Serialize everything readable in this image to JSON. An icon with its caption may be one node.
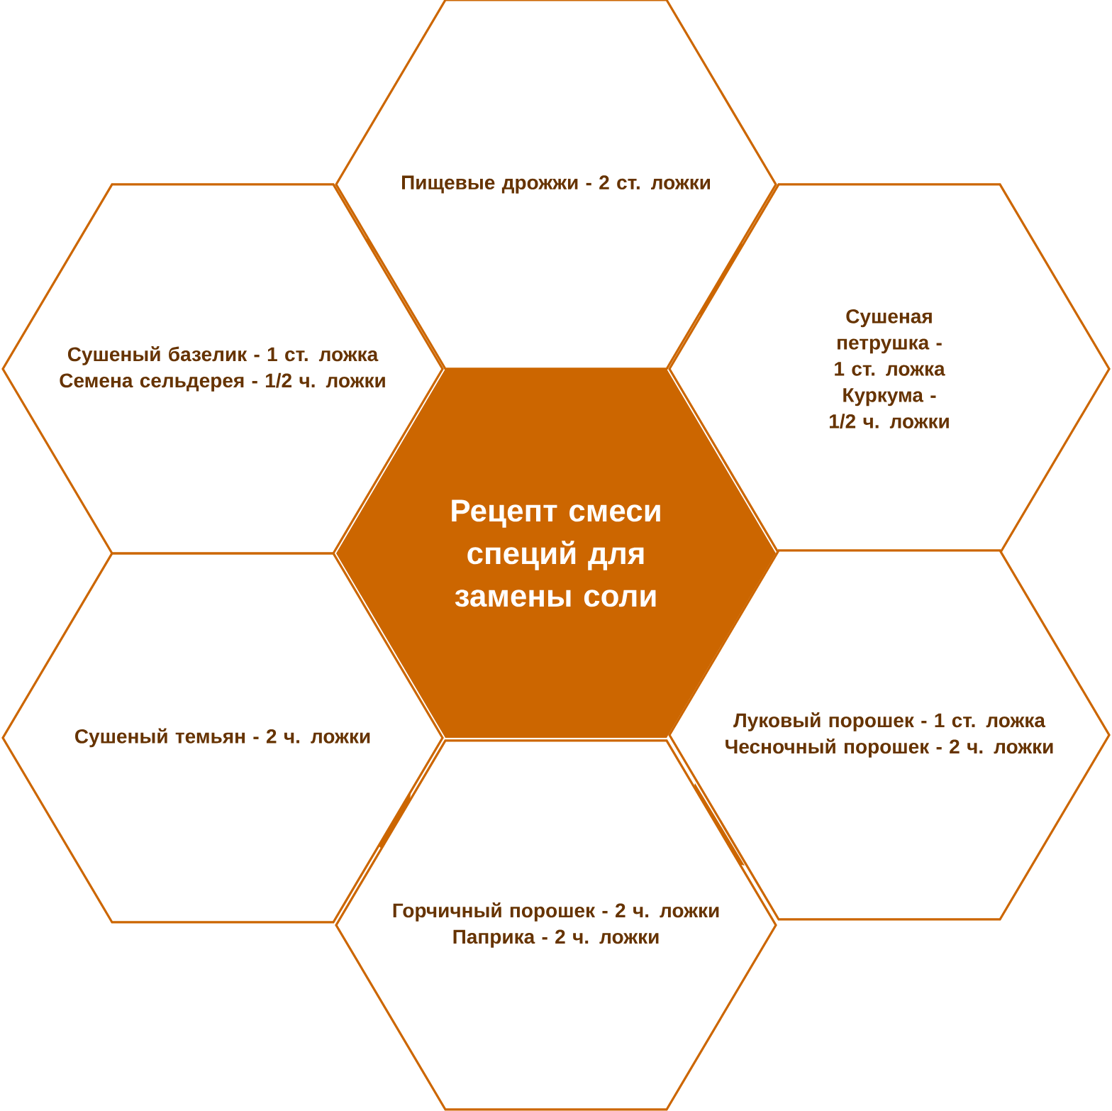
{
  "diagram": {
    "nodes": [
      {
        "text": [
          "Рецепт смеси специй для замены соли"
        ]
      },
      {
        "text": [
          "Пищевые дрожжи - 2 ст. ложки"
        ]
      },
      {
        "text": [
          "Сушеная петрушка - 1 ст. ложка",
          "Куркума - 1/2 ч. ложки"
        ]
      },
      {
        "text": [
          "Луковый порошек - 1 ст. ложка",
          "Чесночный порошек - 2 ч. ложки"
        ]
      },
      {
        "text": [
          "Горчичный порошек - 2 ч. ложки",
          "Паприка - 2 ч. ложки"
        ]
      },
      {
        "text": [
          "Сушеный темьян - 2 ч. ложки"
        ]
      },
      {
        "text": [
          "Сушеный базелик - 1 ст. ложка",
          "Семена сельдерея - 1/2 ч. ложки"
        ]
      }
    ]
  }
}
